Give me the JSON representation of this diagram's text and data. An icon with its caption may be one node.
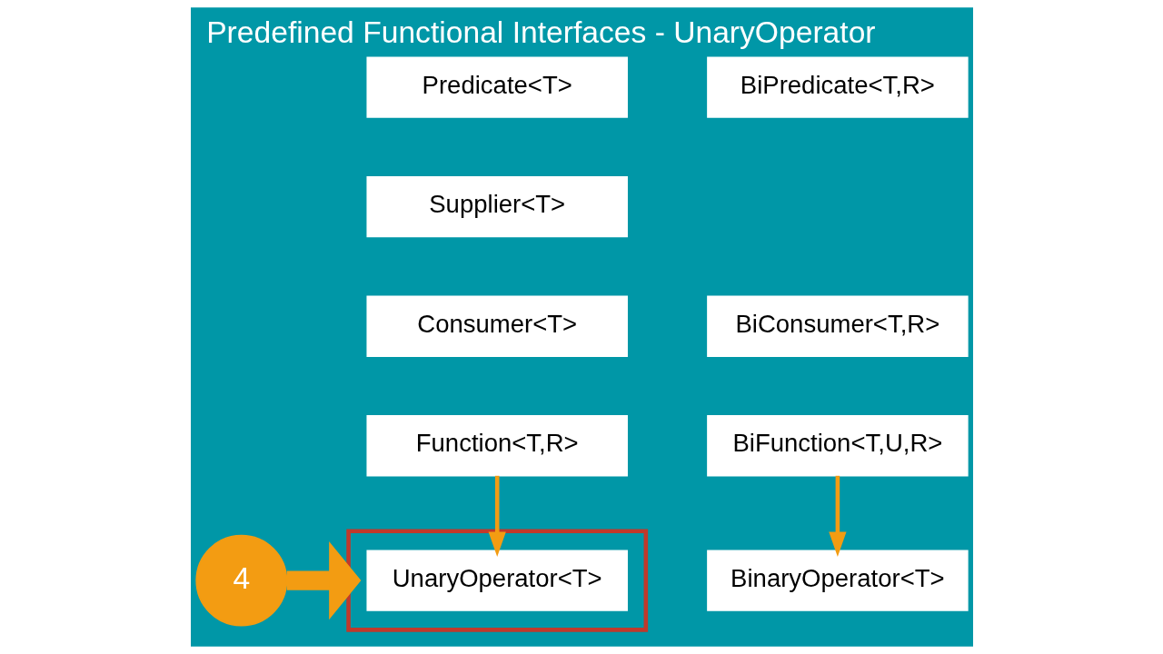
{
  "diagram": {
    "title": "Predefined Functional Interfaces - UnaryOperator",
    "nodes": [
      {
        "text": [
          "Predicate<T>"
        ]
      },
      {
        "text": [
          "BiPredicate<T,R>"
        ]
      },
      {
        "text": [
          "Supplier<T>"
        ]
      },
      {
        "text": [
          "Consumer<T>"
        ]
      },
      {
        "text": [
          "BiConsumer<T,R>"
        ]
      },
      {
        "text": [
          "Function<T,R>"
        ]
      },
      {
        "text": [
          "BiFunction<T,U,R>"
        ]
      },
      {
        "text": [
          "4"
        ]
      },
      {
        "text": [],
        "shape": "box"
      },
      {
        "text": [
          "UnaryOperator<T>"
        ],
        "in": 8
      },
      {
        "text": [
          "BinaryOperator<T>"
        ]
      }
    ],
    "edges": [
      {
        "from": 5,
        "to": 9,
        "arrow": "to"
      },
      {
        "from": 6,
        "to": 10,
        "arrow": "to"
      },
      {
        "from": 7,
        "to": 8,
        "arrow": "to",
        "style": "thick"
      }
    ]
  }
}
